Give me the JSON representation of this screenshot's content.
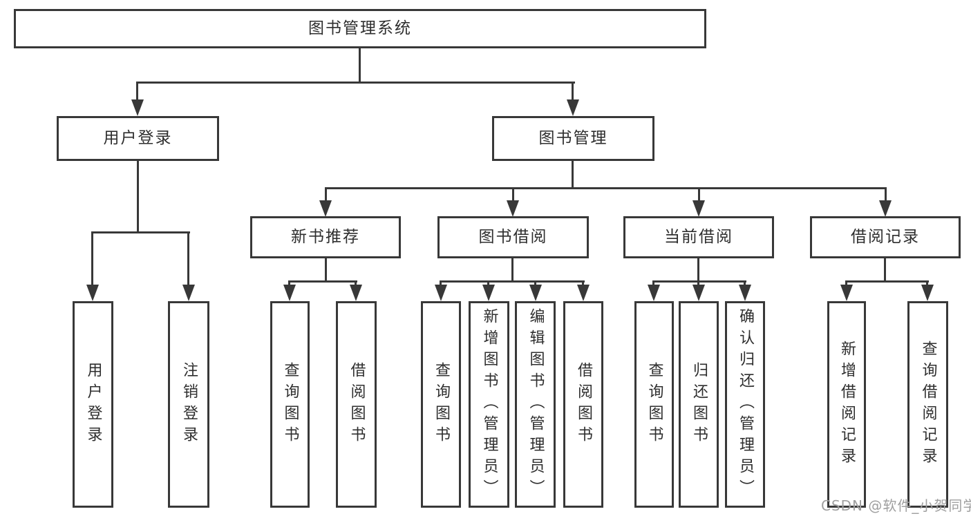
{
  "watermark": {
    "text": "CSDN @软件_小贺同学"
  },
  "colors": {
    "line": "#383838",
    "text": "#2e2e2e",
    "background": "#ffffff",
    "watermark": "#9f9f9f"
  },
  "tree": {
    "root": {
      "label": "图书管理系统"
    },
    "level2": [
      {
        "label": "用户登录",
        "children": [
          {
            "label": "用户登录"
          },
          {
            "label": "注销登录"
          }
        ]
      },
      {
        "label": "图书管理",
        "children": [
          {
            "label": "新书推荐",
            "children": [
              {
                "label": "查询图书"
              },
              {
                "label": "借阅图书"
              }
            ]
          },
          {
            "label": "图书借阅",
            "children": [
              {
                "label": "查询图书"
              },
              {
                "label": "新增图书（管理员）"
              },
              {
                "label": "编辑图书（管理员）"
              },
              {
                "label": "借阅图书"
              }
            ]
          },
          {
            "label": "当前借阅",
            "children": [
              {
                "label": "查询图书"
              },
              {
                "label": "归还图书"
              },
              {
                "label": "确认归还（管理员）"
              }
            ]
          },
          {
            "label": "借阅记录",
            "children": [
              {
                "label": "新增借阅记录"
              },
              {
                "label": "查询借阅记录"
              }
            ]
          }
        ]
      }
    ]
  }
}
